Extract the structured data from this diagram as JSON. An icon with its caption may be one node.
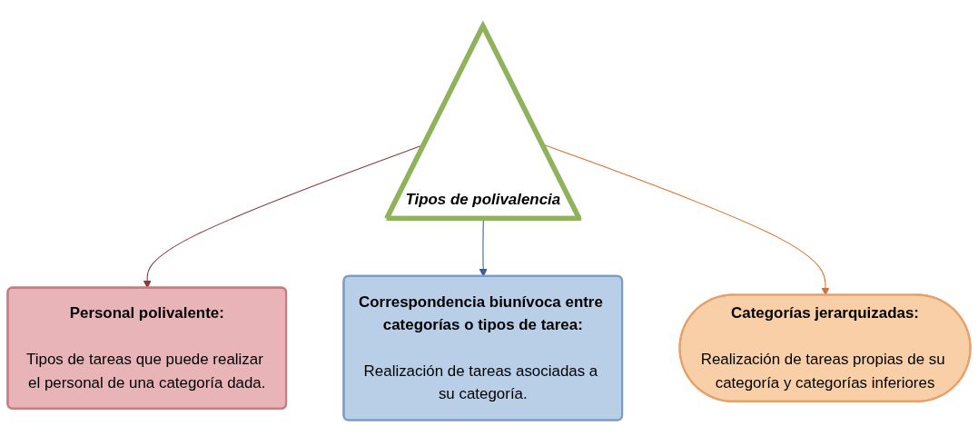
{
  "diagram": {
    "nodes": [
      {
        "text": [
          "Personal polivalente:",
          "Tipos de tareas que puede realizar el personal de una categoría dada."
        ]
      },
      {
        "text": [
          "Tipos de polivalencia"
        ]
      },
      {
        "text": [
          "Correspondencia biunívoca entre categorías o tipos de tarea:",
          "Realización de tareas asociadas a su categoría."
        ]
      },
      {
        "text": [
          "Categorías jerarquizadas:",
          "Realización de tareas propias de su categoría y categorías inferiores"
        ]
      }
    ],
    "edges": [
      {
        "from": 1,
        "to": 0,
        "arrow": "to",
        "color": "#8b3a3a"
      },
      {
        "from": 1,
        "to": 2,
        "arrow": "to",
        "color": "#3b5f8f"
      },
      {
        "from": 1,
        "to": 3,
        "arrow": "to",
        "color": "#d9712b"
      }
    ]
  }
}
